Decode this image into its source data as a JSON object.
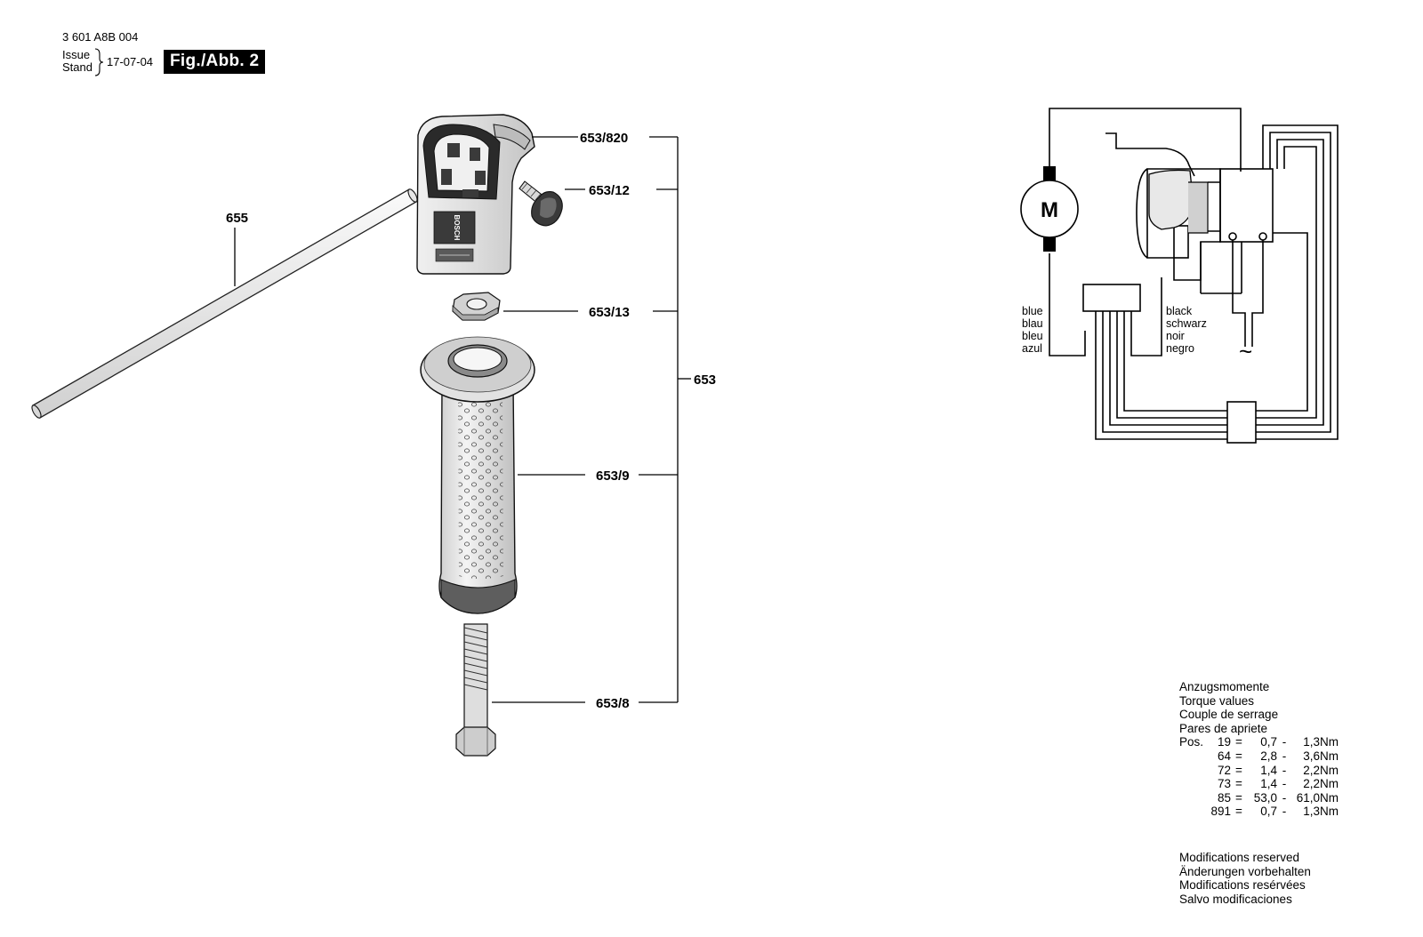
{
  "header": {
    "doc_number": "3 601 A8B 004",
    "issue_label": "Issue",
    "stand_label": "Stand",
    "date": "17-07-04",
    "figure": "Fig./Abb. 2"
  },
  "parts": {
    "p655": "655",
    "p653_820": "653/820",
    "p653_12": "653/12",
    "p653_13": "653/13",
    "p653": "653",
    "p653_9": "653/9",
    "p653_8": "653/8"
  },
  "handle_brand": "BOSCH",
  "wiring": {
    "motor": "M",
    "left_labels": [
      "blue",
      "blau",
      "bleu",
      "azul"
    ],
    "right_labels": [
      "black",
      "schwarz",
      "noir",
      "negro"
    ],
    "ac_symbol": "~"
  },
  "torque": {
    "headings": [
      "Anzugsmomente",
      "Torque values",
      "Couple de serrage",
      "Pares de apriete"
    ],
    "pos_label": "Pos.",
    "unit": "Nm",
    "rows": [
      {
        "pos": "19",
        "eq": "=",
        "min": "0,7",
        "dash": "-",
        "max": "1,3"
      },
      {
        "pos": "64",
        "eq": "=",
        "min": "2,8",
        "dash": "-",
        "max": "3,6"
      },
      {
        "pos": "72",
        "eq": "=",
        "min": "1,4",
        "dash": "-",
        "max": "2,2"
      },
      {
        "pos": "73",
        "eq": "=",
        "min": "1,4",
        "dash": "-",
        "max": "2,2"
      },
      {
        "pos": "85",
        "eq": "=",
        "min": "53,0",
        "dash": "-",
        "max": "61,0"
      },
      {
        "pos": "891",
        "eq": "=",
        "min": "0,7",
        "dash": "-",
        "max": "1,3"
      }
    ]
  },
  "modifications": [
    "Modifications reserved",
    "Änderungen vorbehalten",
    "Modifications resérvées",
    "Salvo modificaciones"
  ]
}
